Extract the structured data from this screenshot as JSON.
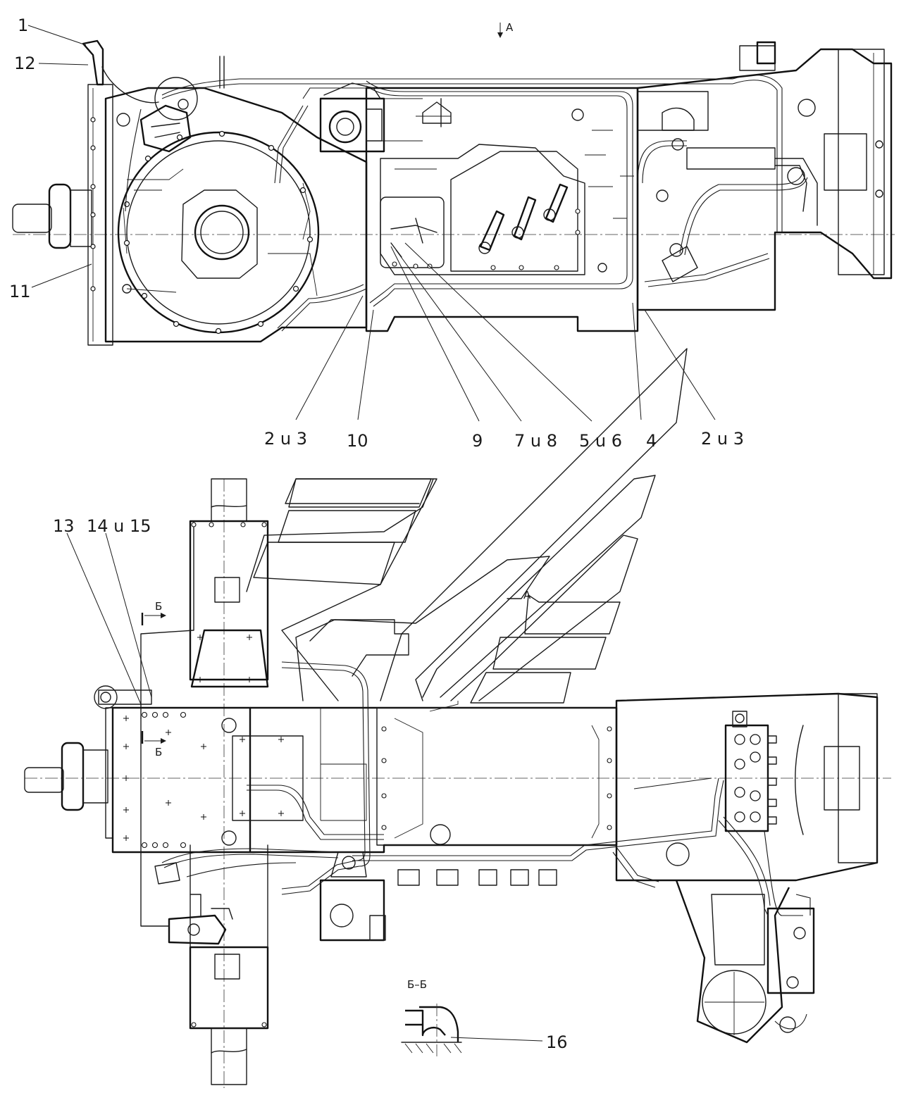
{
  "views": {
    "arrow_a_top": "А",
    "arrow_a_plan": "А",
    "section_mark_top": "Б",
    "section_mark_bottom": "Б",
    "section_title": "Б–Б"
  },
  "callouts": {
    "c1": "1",
    "c12": "12",
    "c11": "11",
    "c2u3_left": "2 u 3",
    "c10": "10",
    "c9": "9",
    "c7u8": "7 u 8",
    "c5u6": "5 u 6",
    "c4": "4",
    "c2u3_right": "2 u 3",
    "c13": "13",
    "c14u15": "14 u 15",
    "c16": "16"
  }
}
